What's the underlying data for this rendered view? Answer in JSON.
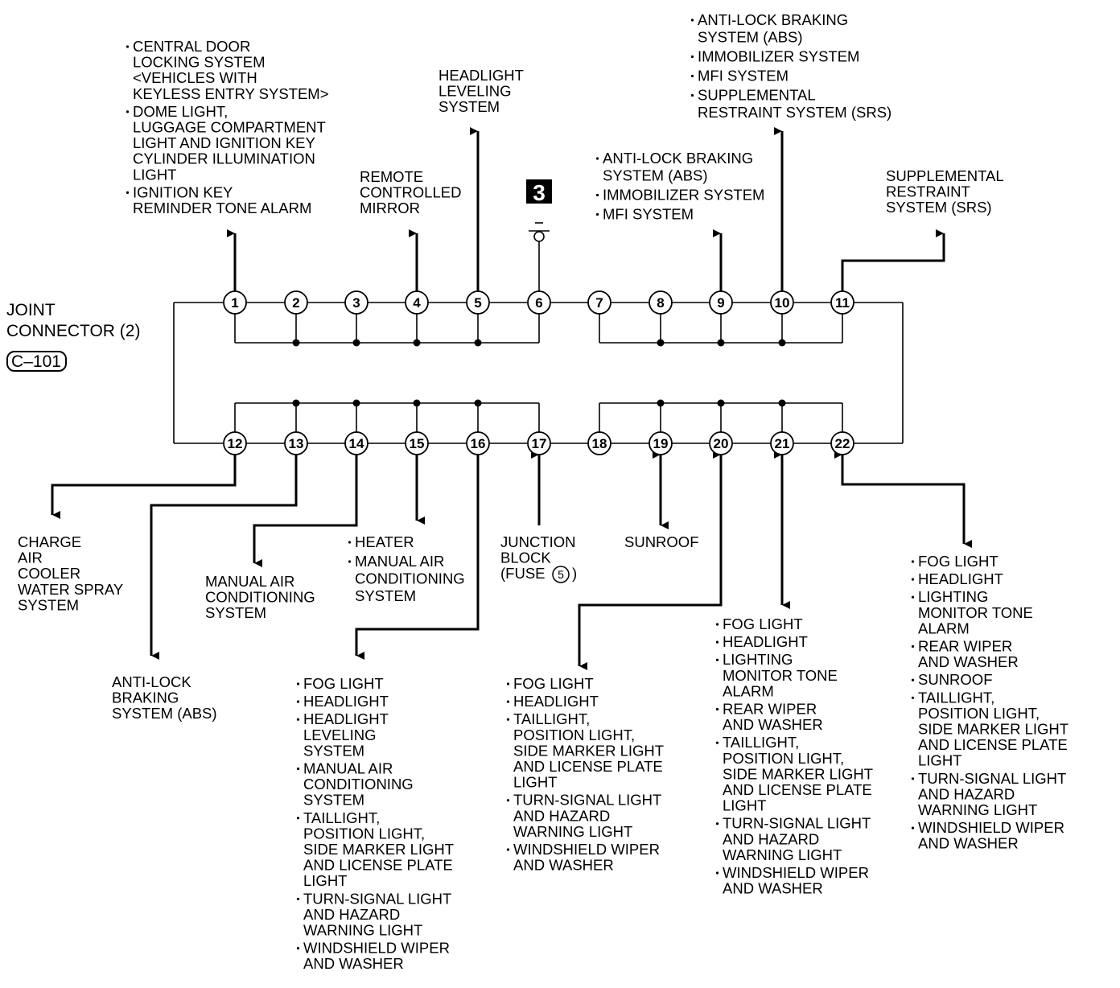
{
  "connector": {
    "title_line1": "JOINT",
    "title_line2": "CONNECTOR (2)",
    "code": "C–101"
  },
  "ground_badge": "3",
  "pins": [
    "1",
    "2",
    "3",
    "4",
    "5",
    "6",
    "7",
    "8",
    "9",
    "10",
    "11",
    "12",
    "13",
    "14",
    "15",
    "16",
    "17",
    "18",
    "19",
    "20",
    "21",
    "22"
  ],
  "fuse_number": "5",
  "top_groups": [
    {
      "id": "p1",
      "lines": [
        {
          "b": true,
          "t": "CENTRAL DOOR"
        },
        {
          "b": false,
          "t": "LOCKING SYSTEM"
        },
        {
          "b": false,
          "t": "<VEHICLES WITH"
        },
        {
          "b": false,
          "t": "KEYLESS ENTRY SYSTEM>"
        },
        {
          "b": true,
          "t": "DOME LIGHT,"
        },
        {
          "b": false,
          "t": "LUGGAGE COMPARTMENT"
        },
        {
          "b": false,
          "t": "LIGHT AND IGNITION KEY"
        },
        {
          "b": false,
          "t": "CYLINDER ILLUMINATION"
        },
        {
          "b": false,
          "t": "LIGHT"
        },
        {
          "b": true,
          "t": "IGNITION KEY"
        },
        {
          "b": false,
          "t": "REMINDER TONE ALARM"
        }
      ]
    },
    {
      "id": "p4",
      "lines": [
        {
          "b": false,
          "t": "REMOTE"
        },
        {
          "b": false,
          "t": "CONTROLLED"
        },
        {
          "b": false,
          "t": "MIRROR"
        }
      ]
    },
    {
      "id": "p5",
      "lines": [
        {
          "b": false,
          "t": "HEADLIGHT"
        },
        {
          "b": false,
          "t": "LEVELING"
        },
        {
          "b": false,
          "t": "SYSTEM"
        }
      ]
    },
    {
      "id": "p9",
      "lines": [
        {
          "b": true,
          "t": "ANTI-LOCK BRAKING"
        },
        {
          "b": false,
          "t": "SYSTEM (ABS)"
        },
        {
          "b": true,
          "t": "IMMOBILIZER SYSTEM"
        },
        {
          "b": true,
          "t": "MFI SYSTEM"
        }
      ]
    },
    {
      "id": "p10",
      "lines": [
        {
          "b": true,
          "t": "ANTI-LOCK BRAKING"
        },
        {
          "b": false,
          "t": "SYSTEM (ABS)"
        },
        {
          "b": true,
          "t": "IMMOBILIZER SYSTEM"
        },
        {
          "b": true,
          "t": "MFI SYSTEM"
        },
        {
          "b": true,
          "t": "SUPPLEMENTAL"
        },
        {
          "b": false,
          "t": "RESTRAINT SYSTEM (SRS)"
        }
      ]
    },
    {
      "id": "p11",
      "lines": [
        {
          "b": false,
          "t": "SUPPLEMENTAL"
        },
        {
          "b": false,
          "t": "RESTRAINT"
        },
        {
          "b": false,
          "t": "SYSTEM (SRS)"
        }
      ]
    }
  ],
  "bottom_groups": [
    {
      "id": "p12",
      "lines": [
        {
          "b": false,
          "t": "CHARGE"
        },
        {
          "b": false,
          "t": "AIR"
        },
        {
          "b": false,
          "t": "COOLER"
        },
        {
          "b": false,
          "t": "WATER SPRAY"
        },
        {
          "b": false,
          "t": "SYSTEM"
        }
      ]
    },
    {
      "id": "p13",
      "lines": [
        {
          "b": false,
          "t": "ANTI-LOCK"
        },
        {
          "b": false,
          "t": "BRAKING"
        },
        {
          "b": false,
          "t": "SYSTEM (ABS)"
        }
      ]
    },
    {
      "id": "p14",
      "lines": [
        {
          "b": false,
          "t": "MANUAL AIR"
        },
        {
          "b": false,
          "t": "CONDITIONING"
        },
        {
          "b": false,
          "t": "SYSTEM"
        }
      ]
    },
    {
      "id": "p15",
      "lines": [
        {
          "b": true,
          "t": "HEATER"
        },
        {
          "b": true,
          "t": "MANUAL AIR"
        },
        {
          "b": false,
          "t": "CONDITIONING"
        },
        {
          "b": false,
          "t": "SYSTEM"
        }
      ]
    },
    {
      "id": "p16",
      "lines": [
        {
          "b": true,
          "t": "FOG LIGHT"
        },
        {
          "b": true,
          "t": "HEADLIGHT"
        },
        {
          "b": true,
          "t": "HEADLIGHT"
        },
        {
          "b": false,
          "t": "LEVELING"
        },
        {
          "b": false,
          "t": "SYSTEM"
        },
        {
          "b": true,
          "t": "MANUAL AIR"
        },
        {
          "b": false,
          "t": "CONDITIONING"
        },
        {
          "b": false,
          "t": "SYSTEM"
        },
        {
          "b": true,
          "t": "TAILLIGHT,"
        },
        {
          "b": false,
          "t": "POSITION LIGHT,"
        },
        {
          "b": false,
          "t": "SIDE MARKER LIGHT"
        },
        {
          "b": false,
          "t": "AND LICENSE PLATE"
        },
        {
          "b": false,
          "t": "LIGHT"
        },
        {
          "b": true,
          "t": "TURN-SIGNAL LIGHT"
        },
        {
          "b": false,
          "t": "AND HAZARD"
        },
        {
          "b": false,
          "t": "WARNING LIGHT"
        },
        {
          "b": true,
          "t": "WINDSHIELD WIPER"
        },
        {
          "b": false,
          "t": "AND WASHER"
        }
      ]
    },
    {
      "id": "p17",
      "lines": [
        {
          "b": false,
          "t": "JUNCTION"
        },
        {
          "b": false,
          "t": "BLOCK"
        }
      ],
      "fuse_prefix": "(FUSE",
      "fuse_suffix": ")"
    },
    {
      "id": "p19",
      "lines": [
        {
          "b": false,
          "t": "SUNROOF"
        }
      ]
    },
    {
      "id": "p20",
      "lines": [
        {
          "b": true,
          "t": "FOG LIGHT"
        },
        {
          "b": true,
          "t": "HEADLIGHT"
        },
        {
          "b": true,
          "t": "TAILLIGHT,"
        },
        {
          "b": false,
          "t": "POSITION LIGHT,"
        },
        {
          "b": false,
          "t": "SIDE MARKER LIGHT"
        },
        {
          "b": false,
          "t": "AND LICENSE PLATE"
        },
        {
          "b": false,
          "t": "LIGHT"
        },
        {
          "b": true,
          "t": "TURN-SIGNAL LIGHT"
        },
        {
          "b": false,
          "t": "AND HAZARD"
        },
        {
          "b": false,
          "t": "WARNING LIGHT"
        },
        {
          "b": true,
          "t": "WINDSHIELD WIPER"
        },
        {
          "b": false,
          "t": "AND WASHER"
        }
      ]
    },
    {
      "id": "p21",
      "lines": [
        {
          "b": true,
          "t": "FOG LIGHT"
        },
        {
          "b": true,
          "t": "HEADLIGHT"
        },
        {
          "b": true,
          "t": "LIGHTING"
        },
        {
          "b": false,
          "t": "MONITOR TONE"
        },
        {
          "b": false,
          "t": "ALARM"
        },
        {
          "b": true,
          "t": "REAR WIPER"
        },
        {
          "b": false,
          "t": "AND WASHER"
        },
        {
          "b": true,
          "t": "TAILLIGHT,"
        },
        {
          "b": false,
          "t": "POSITION LIGHT,"
        },
        {
          "b": false,
          "t": "SIDE MARKER LIGHT"
        },
        {
          "b": false,
          "t": "AND LICENSE PLATE"
        },
        {
          "b": false,
          "t": "LIGHT"
        },
        {
          "b": true,
          "t": "TURN-SIGNAL LIGHT"
        },
        {
          "b": false,
          "t": "AND HAZARD"
        },
        {
          "b": false,
          "t": "WARNING LIGHT"
        },
        {
          "b": true,
          "t": "WINDSHIELD WIPER"
        },
        {
          "b": false,
          "t": "AND WASHER"
        }
      ]
    },
    {
      "id": "p22",
      "lines": [
        {
          "b": true,
          "t": "FOG LIGHT"
        },
        {
          "b": true,
          "t": "HEADLIGHT"
        },
        {
          "b": true,
          "t": "LIGHTING"
        },
        {
          "b": false,
          "t": "MONITOR TONE"
        },
        {
          "b": false,
          "t": "ALARM"
        },
        {
          "b": true,
          "t": "REAR WIPER"
        },
        {
          "b": false,
          "t": "AND WASHER"
        },
        {
          "b": true,
          "t": "SUNROOF"
        },
        {
          "b": true,
          "t": "TAILLIGHT,"
        },
        {
          "b": false,
          "t": "POSITION LIGHT,"
        },
        {
          "b": false,
          "t": "SIDE MARKER LIGHT"
        },
        {
          "b": false,
          "t": "AND LICENSE PLATE"
        },
        {
          "b": false,
          "t": "LIGHT"
        },
        {
          "b": true,
          "t": "TURN-SIGNAL LIGHT"
        },
        {
          "b": false,
          "t": "AND HAZARD"
        },
        {
          "b": false,
          "t": "WARNING LIGHT"
        },
        {
          "b": true,
          "t": "WINDSHIELD WIPER"
        },
        {
          "b": false,
          "t": "AND WASHER"
        }
      ]
    }
  ]
}
